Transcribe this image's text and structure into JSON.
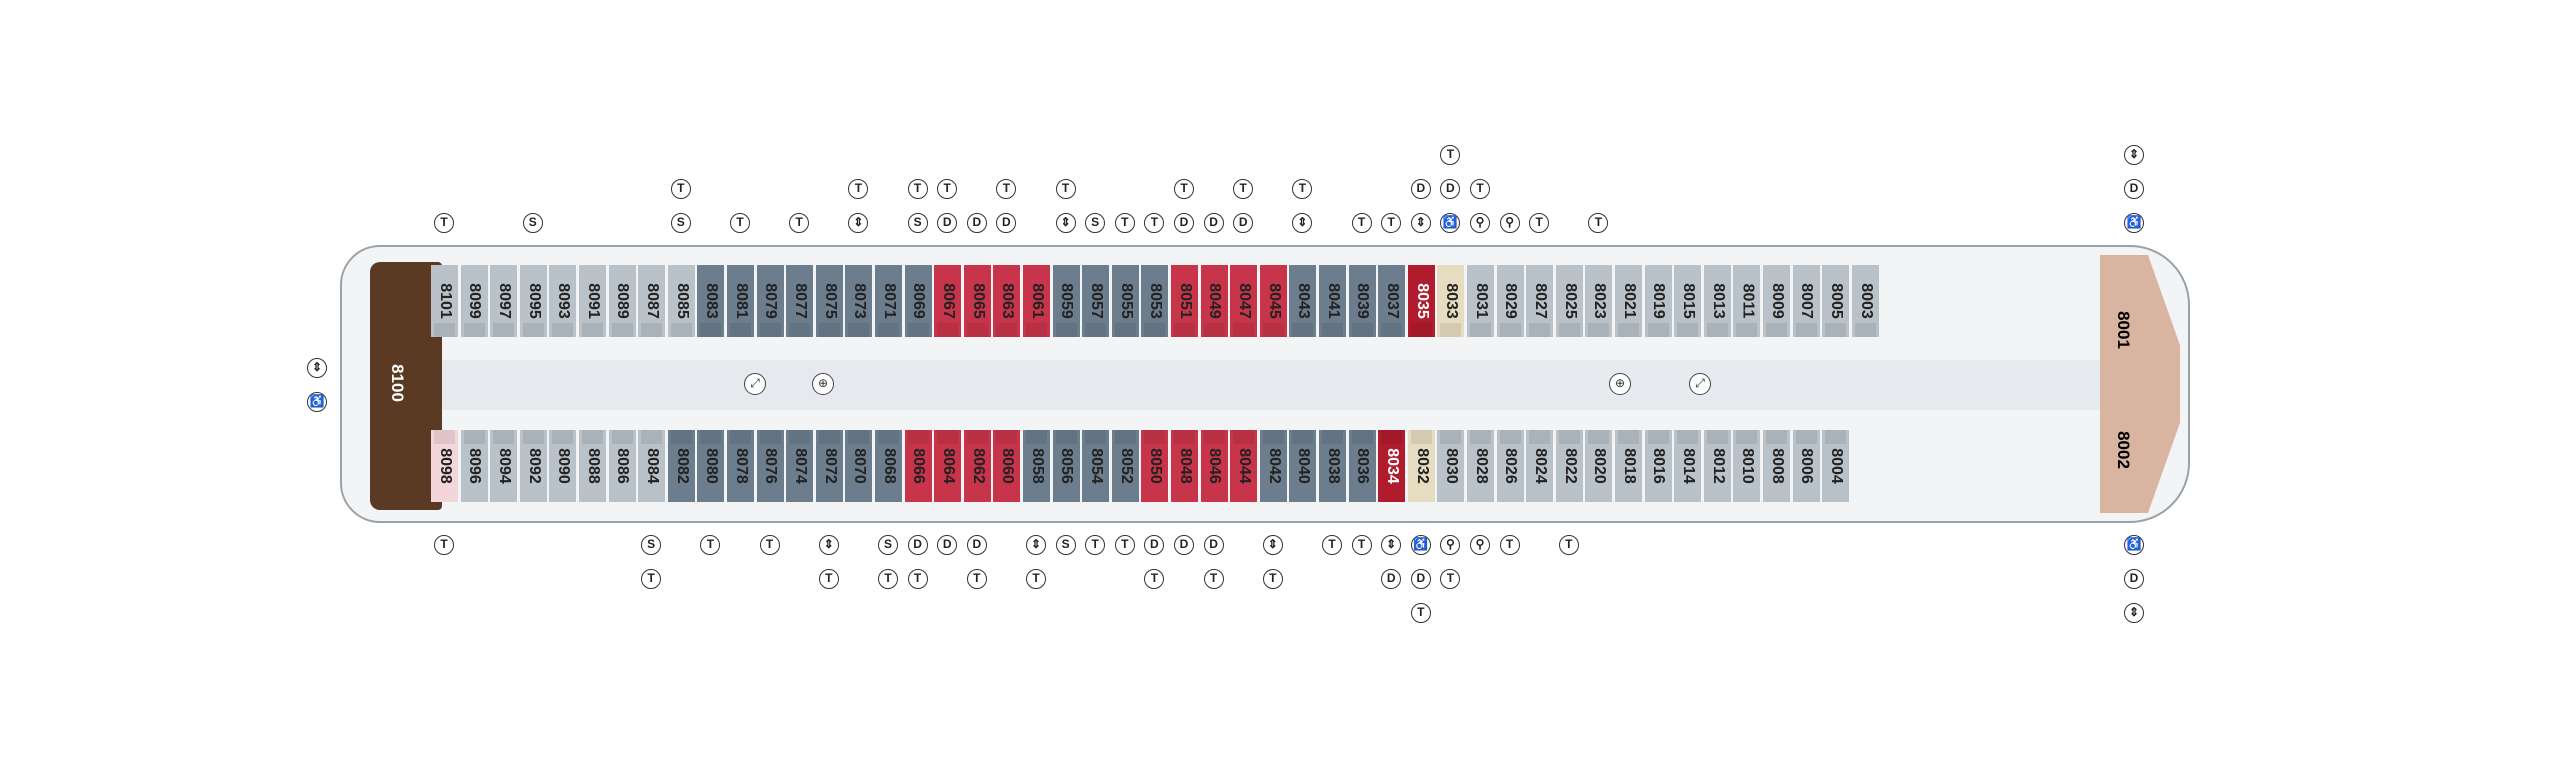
{
  "colors": {
    "standard": "#b8c2c8",
    "deluxe": "#6c7d8d",
    "suite": "#c8344a",
    "selected_suite": "#b01c2e",
    "special": "#e6dcc0",
    "owners": "#5a3a22",
    "bow": "#d9b4a1",
    "pink": "#f3d6d9"
  },
  "owners_suite": "8100",
  "bow_top": "8001",
  "bow_bottom": "8002",
  "top_cabins": [
    {
      "n": "8101",
      "c": "standard"
    },
    {
      "n": "8099",
      "c": "standard"
    },
    {
      "n": "8097",
      "c": "standard"
    },
    {
      "n": "8095",
      "c": "standard"
    },
    {
      "n": "8093",
      "c": "standard"
    },
    {
      "n": "8091",
      "c": "standard"
    },
    {
      "n": "8089",
      "c": "standard"
    },
    {
      "n": "8087",
      "c": "standard"
    },
    {
      "n": "8085",
      "c": "standard"
    },
    {
      "n": "8083",
      "c": "deluxe"
    },
    {
      "n": "8081",
      "c": "deluxe"
    },
    {
      "n": "8079",
      "c": "deluxe"
    },
    {
      "n": "8077",
      "c": "deluxe"
    },
    {
      "n": "8075",
      "c": "deluxe"
    },
    {
      "n": "8073",
      "c": "deluxe"
    },
    {
      "n": "8071",
      "c": "deluxe"
    },
    {
      "n": "8069",
      "c": "deluxe"
    },
    {
      "n": "8067",
      "c": "suite"
    },
    {
      "n": "8065",
      "c": "suite"
    },
    {
      "n": "8063",
      "c": "suite"
    },
    {
      "n": "8061",
      "c": "suite"
    },
    {
      "n": "8059",
      "c": "deluxe"
    },
    {
      "n": "8057",
      "c": "deluxe"
    },
    {
      "n": "8055",
      "c": "deluxe"
    },
    {
      "n": "8053",
      "c": "deluxe"
    },
    {
      "n": "8051",
      "c": "suite"
    },
    {
      "n": "8049",
      "c": "suite"
    },
    {
      "n": "8047",
      "c": "suite"
    },
    {
      "n": "8045",
      "c": "suite"
    },
    {
      "n": "8043",
      "c": "deluxe"
    },
    {
      "n": "8041",
      "c": "deluxe"
    },
    {
      "n": "8039",
      "c": "deluxe"
    },
    {
      "n": "8037",
      "c": "deluxe"
    },
    {
      "n": "8035",
      "c": "selected_suite"
    },
    {
      "n": "8033",
      "c": "special"
    },
    {
      "n": "8031",
      "c": "standard"
    },
    {
      "n": "8029",
      "c": "standard"
    },
    {
      "n": "8027",
      "c": "standard"
    },
    {
      "n": "8025",
      "c": "standard"
    },
    {
      "n": "8023",
      "c": "standard"
    },
    {
      "n": "8021",
      "c": "standard"
    },
    {
      "n": "8019",
      "c": "standard"
    },
    {
      "n": "8015",
      "c": "standard"
    },
    {
      "n": "8013",
      "c": "standard"
    },
    {
      "n": "8011",
      "c": "standard"
    },
    {
      "n": "8009",
      "c": "standard"
    },
    {
      "n": "8007",
      "c": "standard"
    },
    {
      "n": "8005",
      "c": "standard"
    },
    {
      "n": "8003",
      "c": "standard"
    }
  ],
  "bottom_cabins": [
    {
      "n": "8098",
      "c": "pink"
    },
    {
      "n": "8096",
      "c": "standard"
    },
    {
      "n": "8094",
      "c": "standard"
    },
    {
      "n": "8092",
      "c": "standard"
    },
    {
      "n": "8090",
      "c": "standard"
    },
    {
      "n": "8088",
      "c": "standard"
    },
    {
      "n": "8086",
      "c": "standard"
    },
    {
      "n": "8084",
      "c": "standard"
    },
    {
      "n": "8082",
      "c": "deluxe"
    },
    {
      "n": "8080",
      "c": "deluxe"
    },
    {
      "n": "8078",
      "c": "deluxe"
    },
    {
      "n": "8076",
      "c": "deluxe"
    },
    {
      "n": "8074",
      "c": "deluxe"
    },
    {
      "n": "8072",
      "c": "deluxe"
    },
    {
      "n": "8070",
      "c": "deluxe"
    },
    {
      "n": "8068",
      "c": "deluxe"
    },
    {
      "n": "8066",
      "c": "suite"
    },
    {
      "n": "8064",
      "c": "suite"
    },
    {
      "n": "8062",
      "c": "suite"
    },
    {
      "n": "8060",
      "c": "suite"
    },
    {
      "n": "8058",
      "c": "deluxe"
    },
    {
      "n": "8056",
      "c": "deluxe"
    },
    {
      "n": "8054",
      "c": "deluxe"
    },
    {
      "n": "8052",
      "c": "deluxe"
    },
    {
      "n": "8050",
      "c": "suite"
    },
    {
      "n": "8048",
      "c": "suite"
    },
    {
      "n": "8046",
      "c": "suite"
    },
    {
      "n": "8044",
      "c": "suite"
    },
    {
      "n": "8042",
      "c": "deluxe"
    },
    {
      "n": "8040",
      "c": "deluxe"
    },
    {
      "n": "8038",
      "c": "deluxe"
    },
    {
      "n": "8036",
      "c": "deluxe"
    },
    {
      "n": "8034",
      "c": "selected_suite"
    },
    {
      "n": "8032",
      "c": "special"
    },
    {
      "n": "8030",
      "c": "standard"
    },
    {
      "n": "8028",
      "c": "standard"
    },
    {
      "n": "8026",
      "c": "standard"
    },
    {
      "n": "8024",
      "c": "standard"
    },
    {
      "n": "8022",
      "c": "standard"
    },
    {
      "n": "8020",
      "c": "standard"
    },
    {
      "n": "8018",
      "c": "standard"
    },
    {
      "n": "8016",
      "c": "standard"
    },
    {
      "n": "8014",
      "c": "standard"
    },
    {
      "n": "8012",
      "c": "standard"
    },
    {
      "n": "8010",
      "c": "standard"
    },
    {
      "n": "8008",
      "c": "standard"
    },
    {
      "n": "8006",
      "c": "standard"
    },
    {
      "n": "8004",
      "c": "standard"
    }
  ],
  "top_symbols": {
    "8101": [
      "T"
    ],
    "8095": [
      "S"
    ],
    "8085": [
      "S",
      "T"
    ],
    "8081": [
      "T"
    ],
    "8077": [
      "T"
    ],
    "8073": [
      "⇕",
      "T"
    ],
    "8069": [
      "S",
      "T"
    ],
    "8067": [
      "D",
      "T"
    ],
    "8065": [
      "D"
    ],
    "8063": [
      "D",
      "T"
    ],
    "8059": [
      "⇕",
      "T"
    ],
    "8057": [
      "S"
    ],
    "8055": [
      "T"
    ],
    "8053": [
      "T"
    ],
    "8051": [
      "D",
      "T"
    ],
    "8049": [
      "D"
    ],
    "8047": [
      "D",
      "T"
    ],
    "8043": [
      "⇕",
      "T"
    ],
    "8039": [
      "T"
    ],
    "8037": [
      "T"
    ],
    "8035": [
      "⇕",
      "D"
    ],
    "8033": [
      "♿",
      "D",
      "T"
    ],
    "8031": [
      "⚲",
      "T"
    ],
    "8029": [
      "⚲"
    ],
    "8027": [
      "T"
    ],
    "8023": [
      "T"
    ],
    "8001": [
      "♿",
      "D",
      "⇕"
    ]
  },
  "bottom_symbols": {
    "8098": [
      "T"
    ],
    "8084": [
      "S",
      "T"
    ],
    "8080": [
      "T"
    ],
    "8076": [
      "T"
    ],
    "8072": [
      "⇕",
      "T"
    ],
    "8068": [
      "S",
      "T"
    ],
    "8066": [
      "D",
      "T"
    ],
    "8064": [
      "D"
    ],
    "8062": [
      "D",
      "T"
    ],
    "8058": [
      "⇕",
      "T"
    ],
    "8056": [
      "S"
    ],
    "8054": [
      "T"
    ],
    "8052": [
      "T"
    ],
    "8050": [
      "D",
      "T"
    ],
    "8048": [
      "D"
    ],
    "8046": [
      "D",
      "T"
    ],
    "8042": [
      "⇕",
      "T"
    ],
    "8038": [
      "T"
    ],
    "8036": [
      "T"
    ],
    "8034": [
      "⇕",
      "D"
    ],
    "8032": [
      "♿",
      "D",
      "T"
    ],
    "8030": [
      "⚲",
      "T"
    ],
    "8028": [
      "⚲"
    ],
    "8026": [
      "T"
    ],
    "8022": [
      "T"
    ],
    "8002": [
      "♿",
      "D",
      "⇕"
    ]
  },
  "stern_symbols": [
    "⇕",
    "♿"
  ]
}
